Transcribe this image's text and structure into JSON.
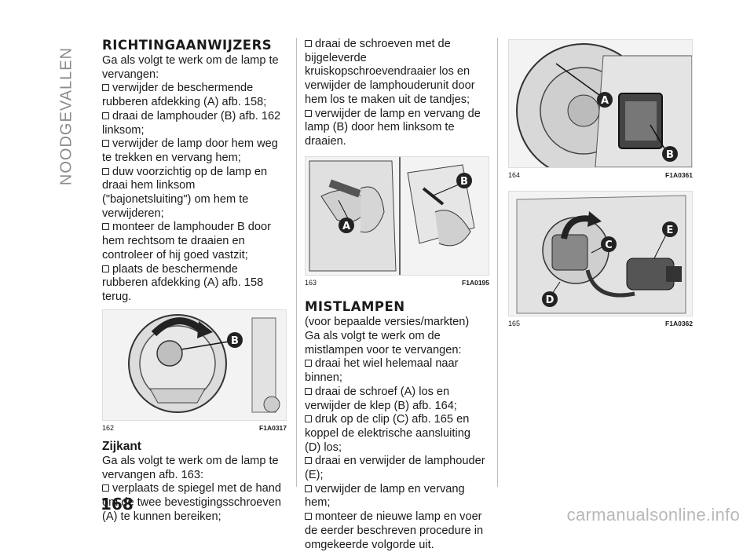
{
  "side_tab": "NOODGEVALLEN",
  "col1": {
    "title": "RICHTINGAANWIJZERS",
    "intro": "Ga als volgt te werk om de lamp te vervangen:",
    "items": [
      "verwijder de beschermende rubberen afdekking (A) afb. 158;",
      "draai de lamphouder (B) afb. 162 linksom;",
      "verwijder de lamp door hem weg te trekken en vervang hem;",
      "duw voorzichtig op de lamp en draai hem linksom (\"bajonetsluiting\") om hem te verwijderen;",
      "monteer de lamphouder B door hem rechtsom te draaien en controleer of hij goed vastzit;",
      "plaats de beschermende rubberen afdekking (A) afb. 158 terug."
    ],
    "figure": {
      "num": "162",
      "code": "F1A0317",
      "labels": [
        "B"
      ]
    },
    "subtitle": "Zijkant",
    "intro2": "Ga als volgt te werk om de lamp te vervangen afb. 163:",
    "items2": [
      "verplaats de spiegel met de hand om de twee bevestigingsschroeven (A) te kunnen bereiken;"
    ]
  },
  "col2": {
    "items": [
      "draai de schroeven met de bijgeleverde kruiskopschroevendraaier los en verwijder de lamphouderunit door hem los te maken uit de tandjes;",
      "verwijder de lamp en vervang de lamp (B) door hem linksom te draaien."
    ],
    "figure": {
      "num": "163",
      "code": "F1A0195",
      "labels": [
        "A",
        "B"
      ]
    },
    "title": "MISTLAMPEN",
    "subtitle": "(voor bepaalde versies/markten)",
    "intro": "Ga als volgt te werk om de mistlampen voor te vervangen:",
    "items2": [
      "draai het wiel helemaal naar binnen;",
      "draai de schroef (A) los en verwijder de klep (B) afb. 164;",
      "druk op de clip (C) afb. 165 en koppel de elektrische aansluiting (D) los;",
      "draai en verwijder de lamphouder (E);",
      "verwijder de lamp en vervang hem;",
      "monteer de nieuwe lamp en voer de eerder beschreven procedure in omgekeerde volgorde uit."
    ]
  },
  "col3": {
    "figure1": {
      "num": "164",
      "code": "F1A0361",
      "labels": [
        "A",
        "B"
      ]
    },
    "figure2": {
      "num": "165",
      "code": "F1A0362",
      "labels": [
        "C",
        "D",
        "E"
      ]
    }
  },
  "page_number": "168",
  "watermark": "carmanualsonline.info"
}
